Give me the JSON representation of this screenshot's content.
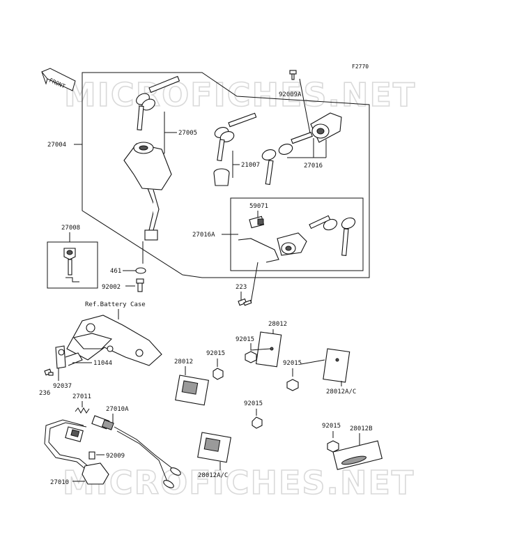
{
  "diagram_code": "F2770",
  "front_label": "FRONT",
  "watermark": "MICROFICHES.NET",
  "ref_label": "Ref.Battery Case",
  "parts": {
    "p27004": "27004",
    "p27005": "27005",
    "p21007": "21007",
    "p27016": "27016",
    "p92009A": "92009A",
    "p27008": "27008",
    "p59071": "59071",
    "p27016A": "27016A",
    "p461": "461",
    "p92002": "92002",
    "p223": "223",
    "p28012_a": "28012",
    "p92015_a": "92015",
    "p28012_b": "28012",
    "p92015_b": "92015",
    "p92015_c": "92015",
    "p28012AC_a": "28012A/C",
    "p11044": "11044",
    "p92037": "92037",
    "p236": "236",
    "p27011": "27011",
    "p27010A": "27010A",
    "p92009": "92009",
    "p27010": "27010",
    "p92015_d": "92015",
    "p28012AC_b": "28012A/C",
    "p92015_e": "92015",
    "p28012B": "28012B"
  }
}
